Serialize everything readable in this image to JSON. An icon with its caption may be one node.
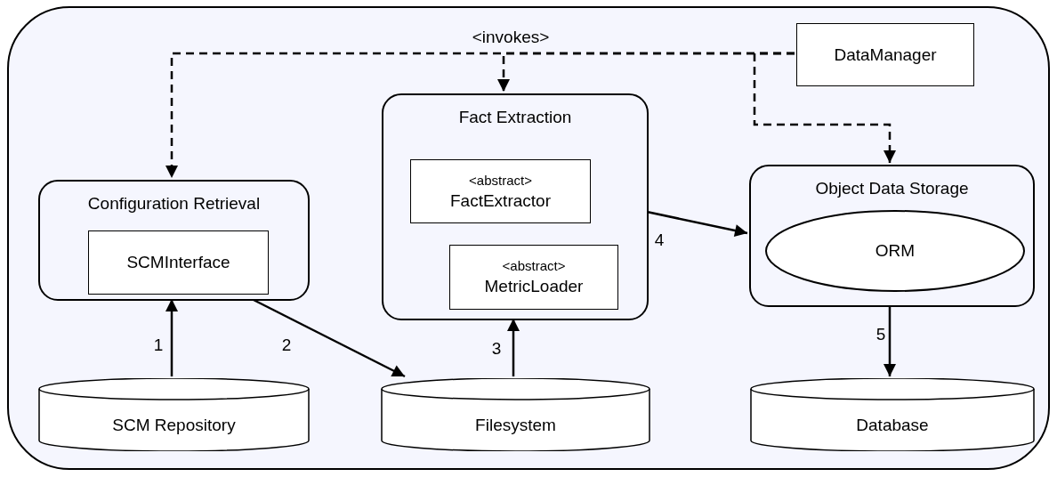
{
  "diagram": {
    "nodes": [
      {
        "text": [],
        "shape": "box"
      },
      {
        "text": [
          "DataManager"
        ],
        "in": 0
      },
      {
        "text": [
          "Configuration Retrieval"
        ],
        "in": 0
      },
      {
        "text": [
          "SCMInterface"
        ],
        "in": 2
      },
      {
        "text": [
          "Fact Extraction"
        ],
        "in": 0
      },
      {
        "text": [
          "<abstract>",
          "FactExtractor"
        ],
        "in": 4
      },
      {
        "text": [
          "<abstract>",
          "MetricLoader"
        ],
        "in": 4
      },
      {
        "text": [
          "Object Data Storage"
        ],
        "in": 0
      },
      {
        "text": [
          "ORM"
        ],
        "in": 7
      },
      {
        "text": [
          "SCM Repository"
        ],
        "in": 0
      },
      {
        "text": [
          "Filesystem"
        ],
        "in": 0
      },
      {
        "text": [
          "Database"
        ],
        "in": 0
      }
    ],
    "edges": [
      {
        "from": 1,
        "to": 2,
        "arrow": "to",
        "style": "dashed",
        "label": "<invokes>"
      },
      {
        "from": 1,
        "to": 4,
        "arrow": "to",
        "style": "dashed"
      },
      {
        "from": 1,
        "to": 7,
        "arrow": "to",
        "style": "dashed"
      },
      {
        "from": 9,
        "to": 2,
        "arrow": "to",
        "label": "1"
      },
      {
        "from": 2,
        "to": 10,
        "arrow": "to",
        "label": "2"
      },
      {
        "from": 10,
        "to": 4,
        "arrow": "to",
        "label": "3"
      },
      {
        "from": 4,
        "to": 7,
        "arrow": "to",
        "label": "4"
      },
      {
        "from": 7,
        "to": 11,
        "arrow": "to",
        "label": "5"
      }
    ]
  }
}
